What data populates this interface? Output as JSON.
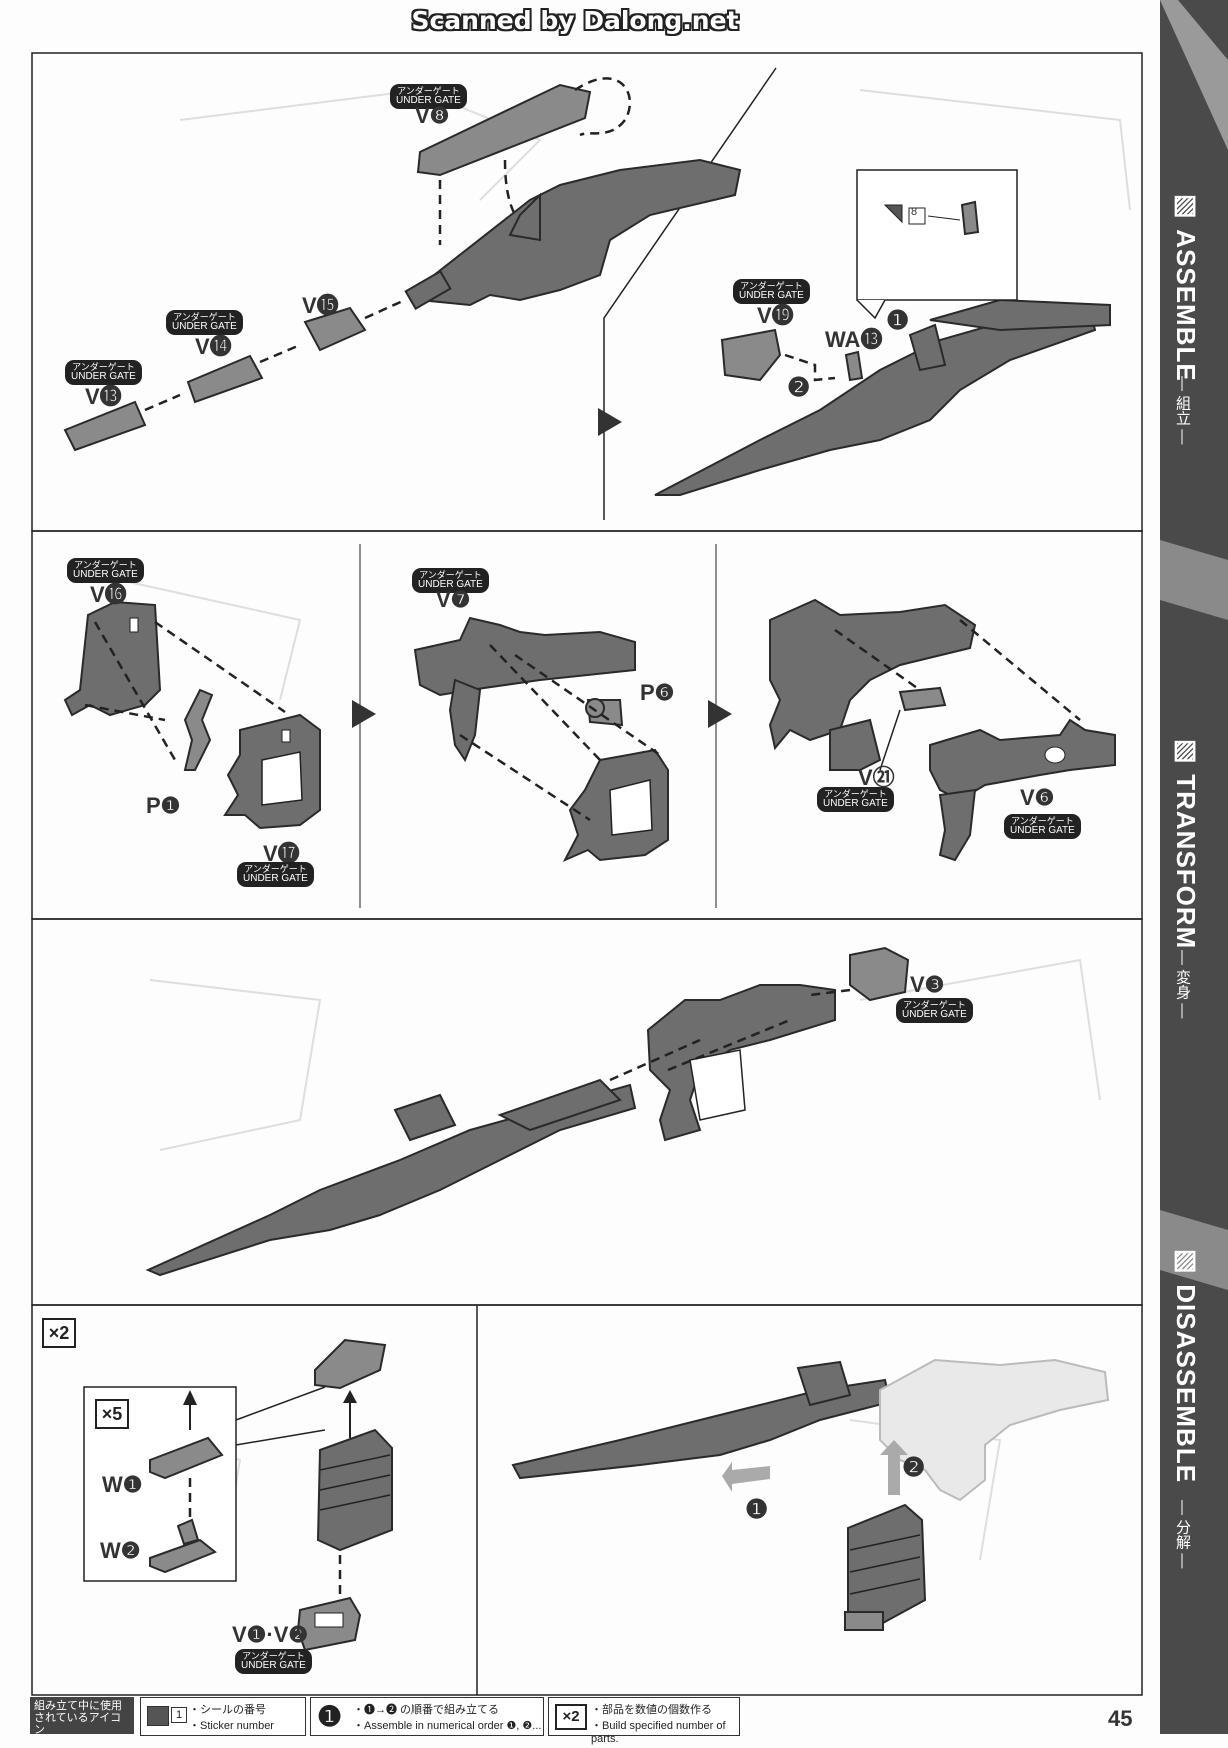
{
  "watermark": "Scanned by Dalong.net",
  "gate": {
    "jp": "アンダーゲート",
    "en": "UNDER GATE"
  },
  "panel1": {
    "parts": {
      "v8": "V❽",
      "v15": "V⓯",
      "v14": "V⓮",
      "v13": "V⓭",
      "v19": "V⓳",
      "wa13": "WA⓭"
    },
    "sticker": "8",
    "steps": {
      "s1": "❶",
      "s2": "❷"
    }
  },
  "panel2": {
    "parts": {
      "v16": "V⓰",
      "p1": "P❶",
      "v17": "V⓱",
      "v7": "V❼",
      "p6": "P❻",
      "v21": "V㉑",
      "v6": "V❻"
    }
  },
  "panel3": {
    "parts": {
      "v3": "V❸"
    }
  },
  "panel4": {
    "mult_outer": "×2",
    "mult_inner": "×5",
    "parts": {
      "w1": "W❶",
      "w2": "W❷",
      "v1v2": "V❶·V❷"
    },
    "steps": {
      "s1": "❶",
      "s2": "❷"
    }
  },
  "sidebar": {
    "assemble": "ASSEMBLE",
    "assemble_jp": "— 組立 —",
    "transform": "TRANSFORM",
    "transform_jp": "— 変身 —",
    "disassemble": "DISASSEMBLE",
    "disassemble_jp": "— 分解 —"
  },
  "legend": {
    "title_jp_1": "組み立て中に使用",
    "title_jp_2": "されているアイコン",
    "title_en": "Symbols used in instructions",
    "sticker_icon": "1",
    "sticker_jp": "・シールの番号",
    "sticker_en": "・Sticker number",
    "order_icon": "❶",
    "order_jp": "・❶→❷ の順番で組み立てる",
    "order_en": "・Assemble in numerical order ❶, ❷...",
    "mult_icon": "×2",
    "mult_jp": "・部品を数値の個数作る",
    "mult_en": "・Build specified number of parts."
  },
  "page_number": "45"
}
